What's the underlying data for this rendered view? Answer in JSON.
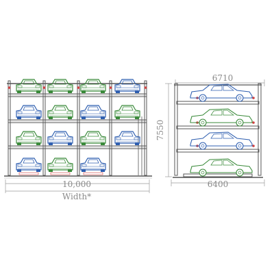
{
  "front_view": {
    "width_value": "10,000",
    "width_caption": "Width*",
    "height_value": "7550",
    "levels": 4,
    "columns": 4,
    "car_colors_by_level": [
      [
        "#3a8a3a",
        "#3a8a3a",
        "#3a8a3a",
        "#2f5fb0"
      ],
      [
        "#2f5fb0",
        "#3a8a3a",
        "#2f5fb0",
        "#3a8a3a"
      ],
      [
        "#3a8a3a",
        "#2f5fb0",
        "#3a8a3a",
        "#2f5fb0"
      ],
      [
        "#2f5fb0",
        "#3a8a3a",
        "#2f5fb0",
        null
      ]
    ]
  },
  "side_view": {
    "top_length_value": "6710",
    "bottom_length_value": "6400",
    "car_colors_by_level": [
      "#2f5fb0",
      "#3a8a3a",
      "#2f5fb0",
      "#3a8a3a"
    ]
  },
  "colors": {
    "structure": "#555555",
    "dimension": "#9a9a9a",
    "accent_red": "#d04040"
  }
}
